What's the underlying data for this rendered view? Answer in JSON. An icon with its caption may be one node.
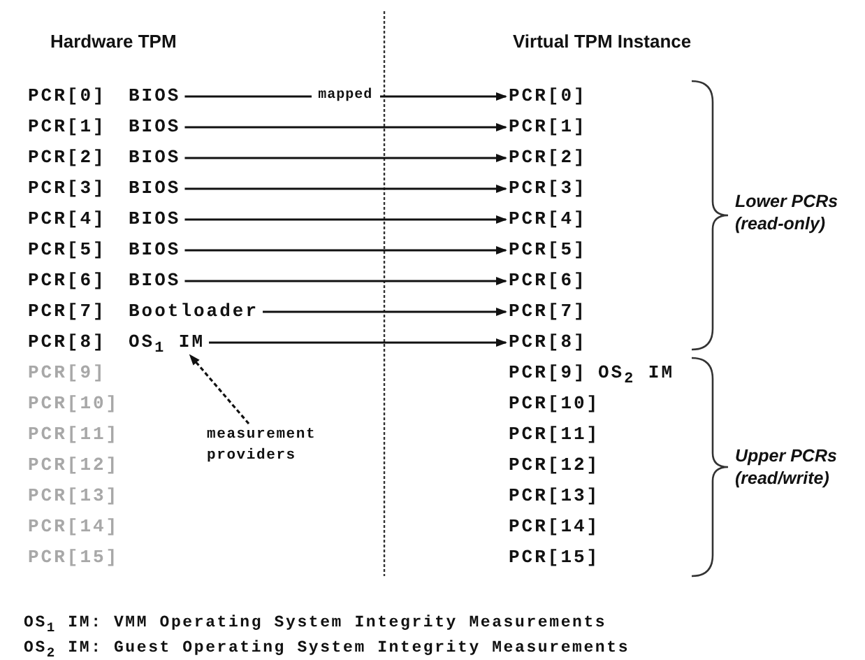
{
  "diagram": {
    "nodes": [
      {
        "text": [
          "PCR[0]",
          "BIOS"
        ]
      },
      {
        "text": [
          "PCR[1]",
          "BIOS"
        ]
      },
      {
        "text": [
          "PCR[2]",
          "BIOS"
        ]
      },
      {
        "text": [
          "PCR[3]",
          "BIOS"
        ]
      },
      {
        "text": [
          "PCR[4]",
          "BIOS"
        ]
      },
      {
        "text": [
          "PCR[5]",
          "BIOS"
        ]
      },
      {
        "text": [
          "PCR[6]",
          "BIOS"
        ]
      },
      {
        "text": [
          "PCR[7]",
          "Bootloader"
        ]
      },
      {
        "text": [
          "PCR[8]",
          "OS$_{1}$ IM"
        ]
      },
      {
        "text": [
          "PCR[9]"
        ]
      },
      {
        "text": [
          "PCR[10]"
        ]
      },
      {
        "text": [
          "PCR[11]"
        ]
      },
      {
        "text": [
          "PCR[12]"
        ]
      },
      {
        "text": [
          "PCR[13]"
        ]
      },
      {
        "text": [
          "PCR[14]"
        ]
      },
      {
        "text": [
          "PCR[15]"
        ]
      },
      {
        "text": [
          "PCR[0]"
        ]
      },
      {
        "text": [
          "PCR[1]"
        ]
      },
      {
        "text": [
          "PCR[2]"
        ]
      },
      {
        "text": [
          "PCR[3]"
        ]
      },
      {
        "text": [
          "PCR[4]"
        ]
      },
      {
        "text": [
          "PCR[5]"
        ]
      },
      {
        "text": [
          "PCR[6]"
        ]
      },
      {
        "text": [
          "PCR[7]"
        ]
      },
      {
        "text": [
          "PCR[8]"
        ]
      },
      {
        "text": [
          "PCR[9]",
          "OS$_{2}$ IM"
        ]
      },
      {
        "text": [
          "PCR[10]"
        ]
      },
      {
        "text": [
          "PCR[11]"
        ]
      },
      {
        "text": [
          "PCR[12]"
        ]
      },
      {
        "text": [
          "PCR[13]"
        ]
      },
      {
        "text": [
          "PCR[14]"
        ]
      },
      {
        "text": [
          "PCR[15]"
        ]
      },
      {
        "text": [
          "measurement providers"
        ]
      }
    ],
    "edges": [
      {
        "from": 0,
        "to": 16,
        "arrow": "to",
        "label": "mapped"
      },
      {
        "from": 1,
        "to": 17,
        "arrow": "to"
      },
      {
        "from": 2,
        "to": 18,
        "arrow": "to"
      },
      {
        "from": 3,
        "to": 19,
        "arrow": "to"
      },
      {
        "from": 4,
        "to": 20,
        "arrow": "to"
      },
      {
        "from": 5,
        "to": 21,
        "arrow": "to"
      },
      {
        "from": 6,
        "to": 22,
        "arrow": "to"
      },
      {
        "from": 7,
        "to": 23,
        "arrow": "to"
      },
      {
        "from": 8,
        "to": 24,
        "arrow": "to"
      },
      {
        "from": 32,
        "to": 8,
        "arrow": "to",
        "style": "dashed"
      }
    ],
    "labels": [
      "Hardware TPM",
      "Virtual TPM Instance",
      "Lower PCRs (read-only)",
      "Upper PCRs (read/write)",
      "OS$_{1}$ IM: VMM Operating System Integrity Measurements",
      "OS$_{2}$ IM: Guest Operating System Integrity Measurements"
    ]
  }
}
